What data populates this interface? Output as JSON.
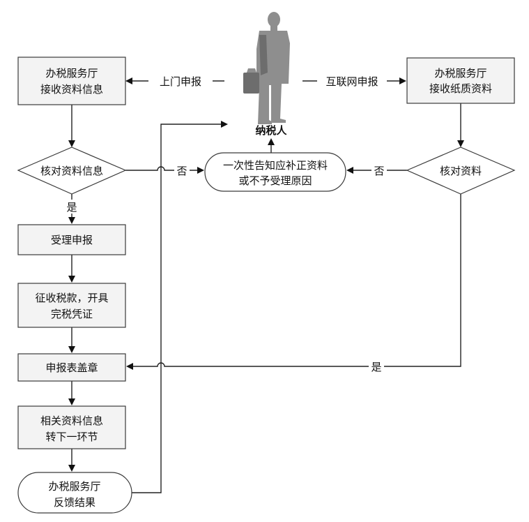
{
  "taxpayer": "纳税人",
  "nodes": {
    "hall_receive_info": [
      "办税服务厅",
      "接收资料信息"
    ],
    "hall_receive_paper": [
      "办税服务厅",
      "接收纸质资料"
    ],
    "check_info": "核对资料信息",
    "check_docs": "核对资料",
    "notify": [
      "一次性告知应补正资料",
      "或不予受理原因"
    ],
    "accept": "受理申报",
    "collect": [
      "征收税款，开具",
      "完税凭证"
    ],
    "stamp": "申报表盖章",
    "transfer": [
      "相关资料信息",
      "转下一环节"
    ],
    "feedback": [
      "办税服务厅",
      "反馈结果"
    ]
  },
  "edges": {
    "onsite": "上门申报",
    "internet": "互联网申报",
    "no_left": "否",
    "no_right": "否",
    "yes_left": "是",
    "yes_right": "是"
  }
}
